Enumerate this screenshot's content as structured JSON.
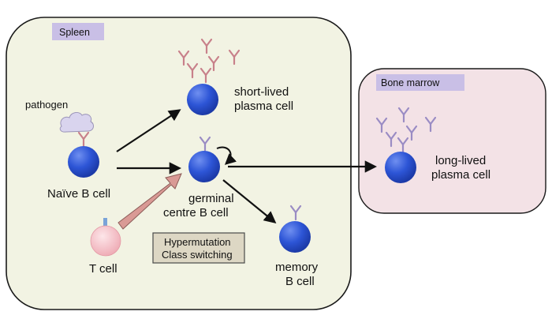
{
  "regions": {
    "spleen": {
      "label": "Spleen",
      "fill": "#f2f3e3",
      "tag_fill": "#c9bfe6"
    },
    "bone_marrow": {
      "label": "Bone marrow",
      "fill": "#f3e2e6",
      "tag_fill": "#c9bfe6"
    }
  },
  "labels": {
    "pathogen": "pathogen",
    "naive_b_cell": "Naïve B cell",
    "t_cell": "T cell",
    "short_lived_line1": "short-lived",
    "short_lived_line2": "plasma cell",
    "germinal_line1": "germinal",
    "germinal_line2": "centre B cell",
    "memory_line1": "memory",
    "memory_line2": "B cell",
    "long_lived_line1": "long-lived",
    "long_lived_line2": "plasma cell"
  },
  "process_box": {
    "line1": "Hypermutation",
    "line2": "Class switching",
    "fill": "#ddd7c4"
  },
  "colors": {
    "b_cell": "#2d55d6",
    "t_cell": "#f5c2c8",
    "antibody_red": "#c8808a",
    "antibody_purple": "#9a8cc4",
    "pathogen": "#d9d4ee",
    "help_arrow": "#d99a95",
    "arrow": "#111111"
  },
  "icons": {
    "cell": "sphere",
    "antibody": "y-shaped-antibody",
    "pathogen": "cloud"
  }
}
